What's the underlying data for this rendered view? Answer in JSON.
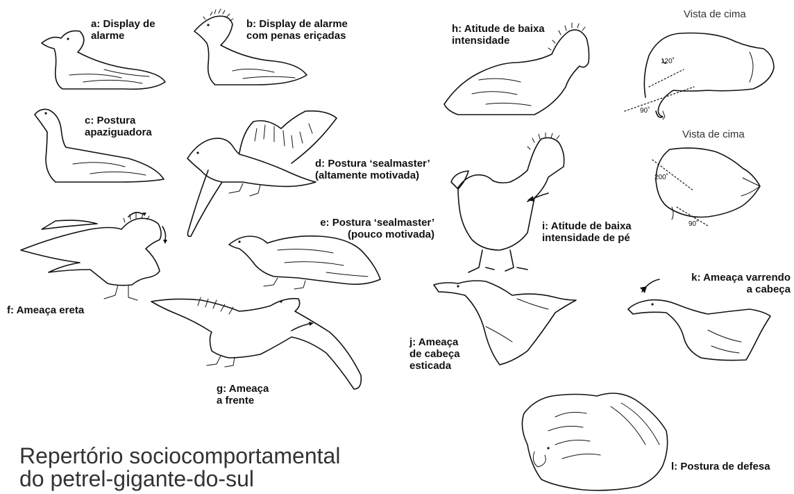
{
  "title": "Repertório sociocomportamental\ndo petrel-gigante-do-sul",
  "labels": {
    "a": "a: Display de\nalarme",
    "b": "b: Display de alarme\ncom penas eriçadas",
    "c": "c: Postura\napaziguadora",
    "d": "d: Postura ‘sealmaster’\n(altamente motivada)",
    "e": "e: Postura ‘sealmaster’\n(pouco motivada)",
    "f": "f: Ameaça ereta",
    "g": "g: Ameaça\na frente",
    "h": "h: Atitude de baixa\nintensidade",
    "i": "i: Atitude de baixa\nintensidade de pé",
    "j": "j: Ameaça\nde cabeça\nesticada",
    "k": "k: Ameaça varrendo\na cabeça",
    "l": "l: Postura de defesa"
  },
  "views": {
    "top1": "Vista de cima",
    "top2": "Vista de cima"
  },
  "angles": {
    "top1_a": "120˚",
    "top1_b": "90˚",
    "top2_a": "200˚",
    "top2_b": "90˚"
  }
}
